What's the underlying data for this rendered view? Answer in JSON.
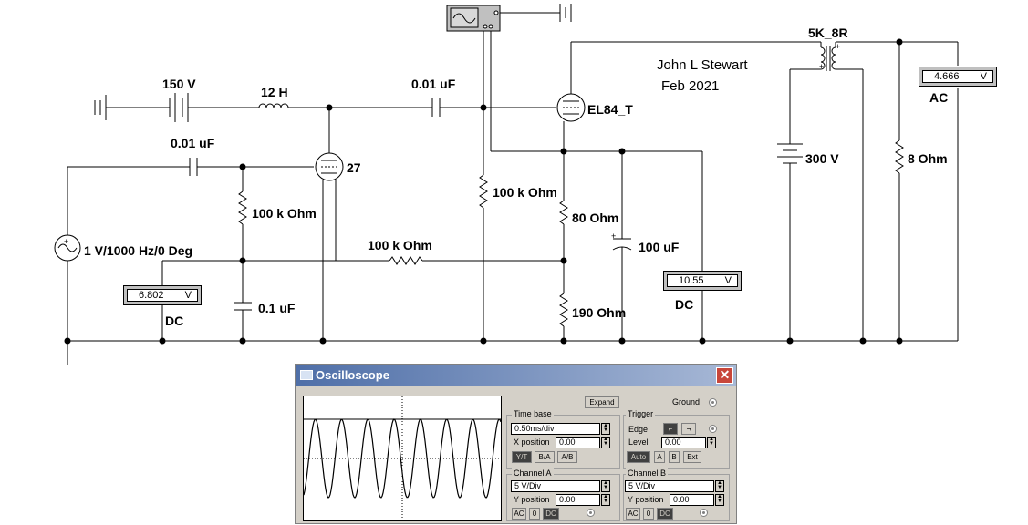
{
  "schematic": {
    "battery_150": "150 V",
    "choke": "12 H",
    "cap_input": "0.01 uF",
    "cap_coupling": "0.01 uF",
    "tube_27": "27",
    "tube_el84": "EL84_T",
    "transformer": "5K_8R",
    "author": "John L Stewart",
    "date": "Feb 2021",
    "r_grid_27": "100 k Ohm",
    "r_grid_el84": "100 k Ohm",
    "r_feedback": "100 k Ohm",
    "r_cathode_80": "80  Ohm",
    "r_cathode_190": "190  Ohm",
    "cap_bypass": "100 uF",
    "cap_01": "0.1 uF",
    "source": "1 V/1000 Hz/0 Deg",
    "battery_300": "300 V",
    "load": "8  Ohm",
    "meters": {
      "m1": {
        "value": "6.802",
        "unit": "V",
        "mode": "DC"
      },
      "m2": {
        "value": "10.55",
        "unit": "V",
        "mode": "DC"
      },
      "m3": {
        "value": "4.666",
        "unit": "V",
        "mode": "AC"
      }
    }
  },
  "oscilloscope": {
    "title": "Oscilloscope",
    "close": "✕",
    "expand": "Expand",
    "ground": "Ground",
    "timebase": {
      "title": "Time base",
      "value": "0.50ms/div",
      "xpos_label": "X position",
      "xpos": "0.00",
      "modes": [
        "Y/T",
        "B/A",
        "A/B"
      ]
    },
    "trigger": {
      "title": "Trigger",
      "edge_label": "Edge",
      "level_label": "Level",
      "level": "0.00",
      "modes": [
        "Auto",
        "A",
        "B",
        "Ext"
      ]
    },
    "channel_a": {
      "title": "Channel A",
      "vdiv": "5  V/Div",
      "ypos_label": "Y position",
      "ypos": "0.00",
      "coupling": [
        "AC",
        "0",
        "DC"
      ]
    },
    "channel_b": {
      "title": "Channel B",
      "vdiv": "5  V/Div",
      "ypos_label": "Y position",
      "ypos": "0.00",
      "coupling": [
        "AC",
        "0",
        "DC"
      ]
    },
    "trace": {
      "cycles_visible": 7.5
    }
  }
}
